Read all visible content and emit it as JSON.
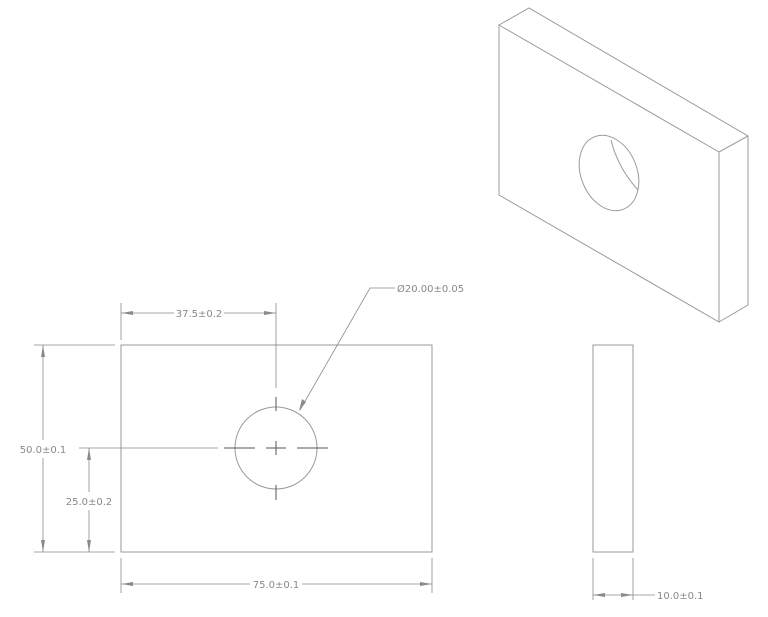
{
  "dimensions": {
    "hole_diameter": "Ø20.00±0.05",
    "hole_offset_x": "37.5±0.2",
    "height": "50.0±0.1",
    "hole_offset_y": "25.0±0.2",
    "width": "75.0±0.1",
    "thickness": "10.0±0.1"
  }
}
